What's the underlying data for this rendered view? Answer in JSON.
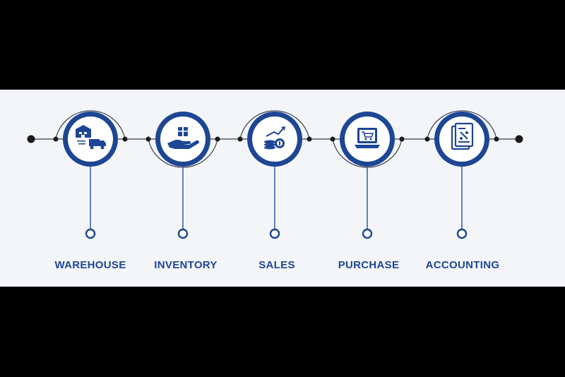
{
  "colors": {
    "primary": "#1d4694",
    "line": "#3a3f4a",
    "dot": "#1a1a1a",
    "background": "#f3f5f8",
    "letterbox": "#000000"
  },
  "steps": [
    {
      "label": "WAREHOUSE",
      "icon": "warehouse-truck-icon"
    },
    {
      "label": "INVENTORY",
      "icon": "hand-box-icon"
    },
    {
      "label": "SALES",
      "icon": "coins-growth-icon"
    },
    {
      "label": "PURCHASE",
      "icon": "laptop-cart-icon"
    },
    {
      "label": "ACCOUNTING",
      "icon": "ledger-document-icon"
    }
  ]
}
